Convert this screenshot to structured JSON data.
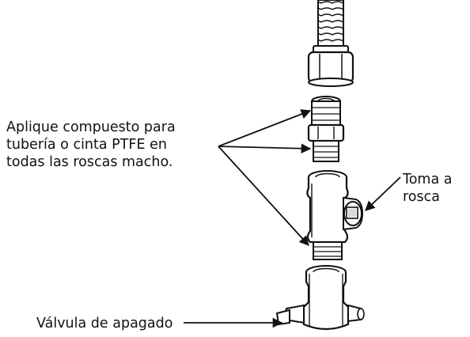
{
  "callouts": {
    "ptfe_line1": "Aplique compuesto para",
    "ptfe_line2": "tubería o cinta PTFE en",
    "ptfe_line3": "todas las roscas macho.",
    "toma_line1": "Toma a",
    "toma_line2": "rosca",
    "valve": "Válvula de apagado"
  },
  "colors": {
    "stroke": "#111111",
    "fill": "#ffffff",
    "shade": "#d9d9d9"
  }
}
